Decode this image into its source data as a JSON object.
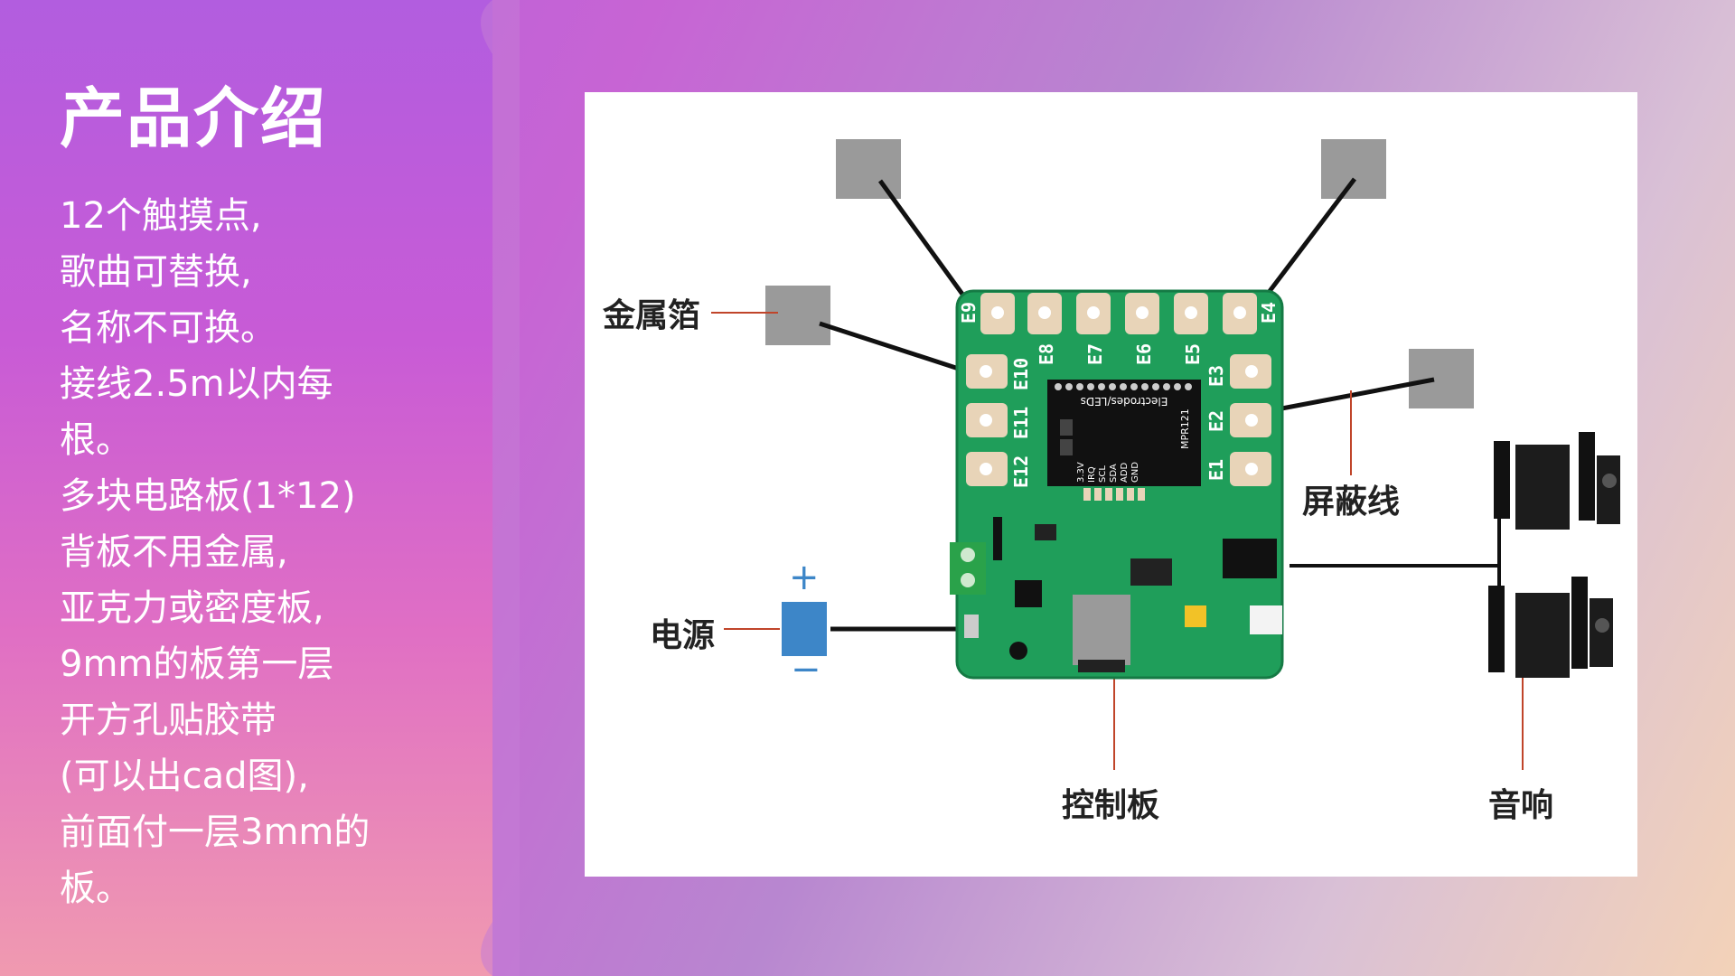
{
  "title": "产品介绍",
  "description_lines": [
    "12个触摸点,",
    "歌曲可替换,",
    "名称不可换。",
    "接线2.5m以内每",
    "根。",
    "多块电路板(1*12)",
    "背板不用金属,",
    "亚克力或密度板,",
    "9mm的板第一层",
    "开方孔贴胶带",
    "(可以出cad图),",
    "前面付一层3mm的",
    "板。"
  ],
  "labels": {
    "foil": "金属箔",
    "shield_wire": "屏蔽线",
    "power": "电源",
    "control_board": "控制板",
    "speaker": "音响",
    "plus": "+",
    "minus": "−"
  },
  "electrodes": [
    "E9",
    "E8",
    "E7",
    "E6",
    "E5",
    "E4",
    "E10",
    "E3",
    "E11",
    "E2",
    "E12",
    "E1"
  ],
  "chip_text": "Electrodes/LEDs",
  "chip_model": "MPR121",
  "chip_pins": [
    "3.3V",
    "IRQ",
    "SCL",
    "SDA",
    "ADD",
    "GND"
  ],
  "colors": {
    "pcb": "#1f9e5a",
    "foil": "#9a9a9a",
    "battery": "#3d86c8",
    "leader": "#c0452a"
  }
}
